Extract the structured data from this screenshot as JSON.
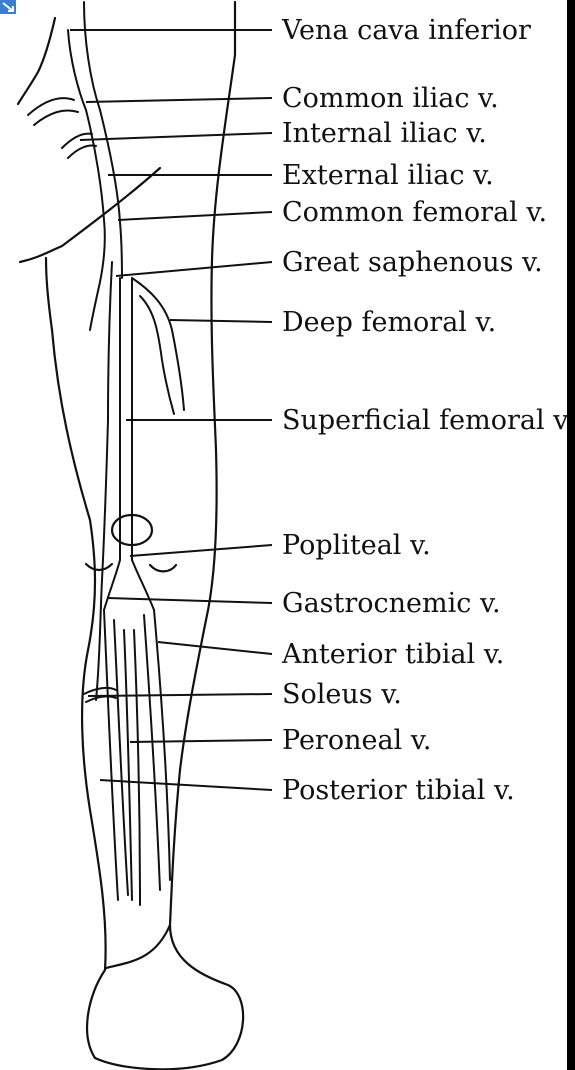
{
  "labels": [
    {
      "id": "vena-cava-inferior",
      "text": "Vena cava inferior"
    },
    {
      "id": "common-iliac",
      "text": "Common iliac v."
    },
    {
      "id": "internal-iliac",
      "text": "Internal iliac v."
    },
    {
      "id": "external-iliac",
      "text": "External iliac v."
    },
    {
      "id": "common-femoral",
      "text": "Common femoral v."
    },
    {
      "id": "great-saphenous",
      "text": "Great saphenous v."
    },
    {
      "id": "deep-femoral",
      "text": "Deep femoral v."
    },
    {
      "id": "superficial-femoral",
      "text": "Superficial femoral v."
    },
    {
      "id": "popliteal",
      "text": "Popliteal v."
    },
    {
      "id": "gastrocnemic",
      "text": "Gastrocnemic v."
    },
    {
      "id": "anterior-tibial",
      "text": "Anterior tibial v."
    },
    {
      "id": "soleus",
      "text": "Soleus v."
    },
    {
      "id": "peroneal",
      "text": "Peroneal v."
    },
    {
      "id": "posterior-tibial",
      "text": "Posterior tibial v."
    }
  ],
  "corner_icon": "image-link-icon",
  "colors": {
    "background": "#ffffff",
    "ink": "#111111",
    "frame": "#000000",
    "icon": "#3b7fd1"
  }
}
